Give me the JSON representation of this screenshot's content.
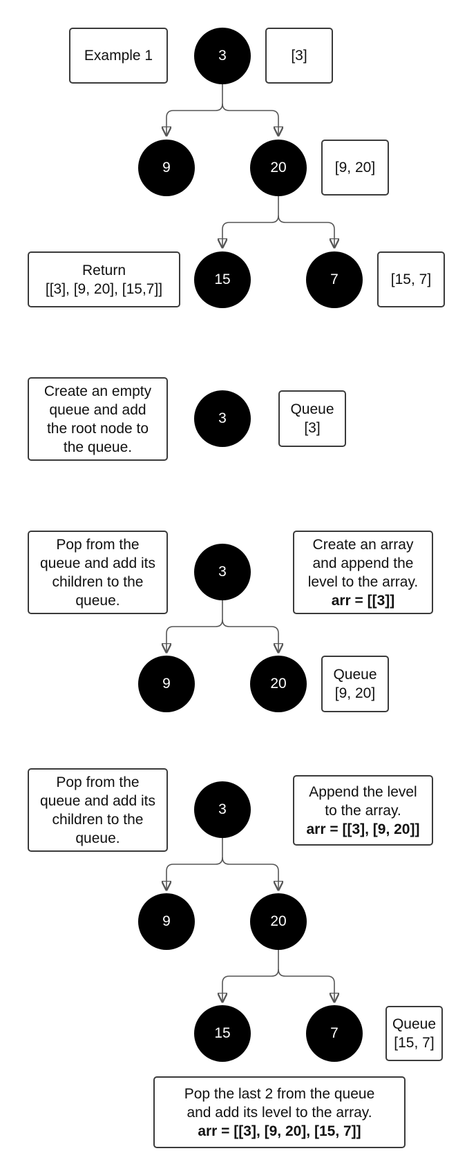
{
  "example1": {
    "label": "Example 1",
    "level_labels": [
      "[3]",
      "[9, 20]",
      "[15, 7]"
    ],
    "return_title": "Return",
    "return_value": "[[3], [9, 20], [15,7]]",
    "nodes": [
      "3",
      "9",
      "20",
      "15",
      "7"
    ]
  },
  "step1": {
    "note": [
      "Create an empty",
      "queue and add",
      "the root node to",
      "the queue."
    ],
    "queue_title": "Queue",
    "queue_value": "[3]",
    "nodes": [
      "3"
    ]
  },
  "step2": {
    "note": [
      "Pop from the",
      "queue and add its",
      "children to the",
      "queue."
    ],
    "array_note": [
      "Create an array",
      "and append the",
      "level to the array."
    ],
    "array_value": "arr = [[3]]",
    "queue_title": "Queue",
    "queue_value": "[9, 20]",
    "nodes": [
      "3",
      "9",
      "20"
    ]
  },
  "step3": {
    "note": [
      "Pop from the",
      "queue and add its",
      "children to the",
      "queue."
    ],
    "array_note": [
      "Append the level",
      "to the array."
    ],
    "array_value": "arr = [[3], [9, 20]]",
    "queue_title": "Queue",
    "queue_value": "[15, 7]",
    "nodes": [
      "3",
      "9",
      "20",
      "15",
      "7"
    ]
  },
  "final": {
    "note": [
      "Pop the last 2 from the queue",
      "and add its level to the array."
    ],
    "array_value": "arr = [[3], [9, 20], [15, 7]]"
  },
  "colors": {
    "node_fill": "#000000",
    "node_text": "#ffffff",
    "edge": "#555555",
    "box_border": "#3a3a3a"
  }
}
